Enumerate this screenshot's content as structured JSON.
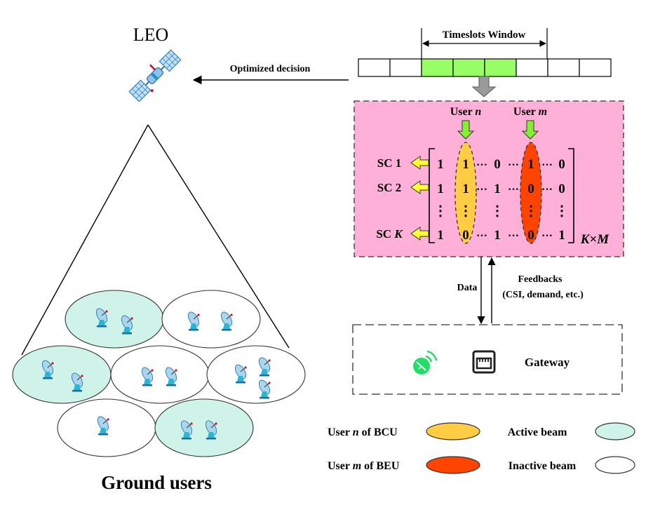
{
  "satellite": {
    "label": "LEO",
    "icon": "satellite-icon"
  },
  "decision_arrow_label": "Optimized decision",
  "timeslots": {
    "label": "Timeslots Window",
    "slot_count": 8,
    "window_start": 2,
    "window_end": 4,
    "colors": {
      "active": "#99ff66",
      "inactive": "#ffffff"
    }
  },
  "matrix": {
    "background": "#ffb0d8",
    "user_n_prefix": "User ",
    "user_n_var": "n",
    "user_m_prefix": "User ",
    "user_m_var": "m",
    "size_k": "K",
    "size_sep": "×",
    "size_m": "M",
    "ellipsis_h": "···",
    "ellipsis_v": "⋮",
    "rows": [
      {
        "label_prefix": "SC ",
        "label_suffix": "1",
        "cells": [
          "1",
          "1",
          "0",
          "1",
          "0"
        ]
      },
      {
        "label_prefix": "SC ",
        "label_suffix": "2",
        "cells": [
          "1",
          "1",
          "1",
          "0",
          "0"
        ]
      },
      {
        "label_prefix": "SC ",
        "label_suffix": "K",
        "cells": [
          "1",
          "0",
          "1",
          "0",
          "1"
        ]
      }
    ]
  },
  "links": {
    "data_label": "Data",
    "feedback_label_1": "Feedbacks",
    "feedback_label_2": "(CSI, demand, etc.)"
  },
  "gateway": {
    "label": "Gateway",
    "icons": [
      "antenna-icon",
      "router-icon"
    ]
  },
  "ground": {
    "label": "Ground users",
    "beams": [
      {
        "state": "active",
        "users": 2
      },
      {
        "state": "inactive",
        "users": 2
      },
      {
        "state": "active",
        "users": 2
      },
      {
        "state": "inactive",
        "users": 2
      },
      {
        "state": "inactive",
        "users": 3
      },
      {
        "state": "inactive",
        "users": 1
      },
      {
        "state": "active",
        "users": 2
      }
    ]
  },
  "legend": {
    "bcu_prefix": "User ",
    "bcu_var": "n",
    "bcu_suffix": " of BCU",
    "beu_prefix": "User ",
    "beu_var": "m",
    "beu_suffix": " of BEU",
    "active": "Active beam",
    "inactive": "Inactive beam"
  },
  "colors": {
    "bcu": "#ffcc44",
    "beu": "#ff4400",
    "active_beam": "#cff3e8",
    "inactive_beam": "#ffffff",
    "arrow_yellow": "#ffff33",
    "arrow_green": "#88ee33",
    "gateway_green": "#22dd66"
  }
}
